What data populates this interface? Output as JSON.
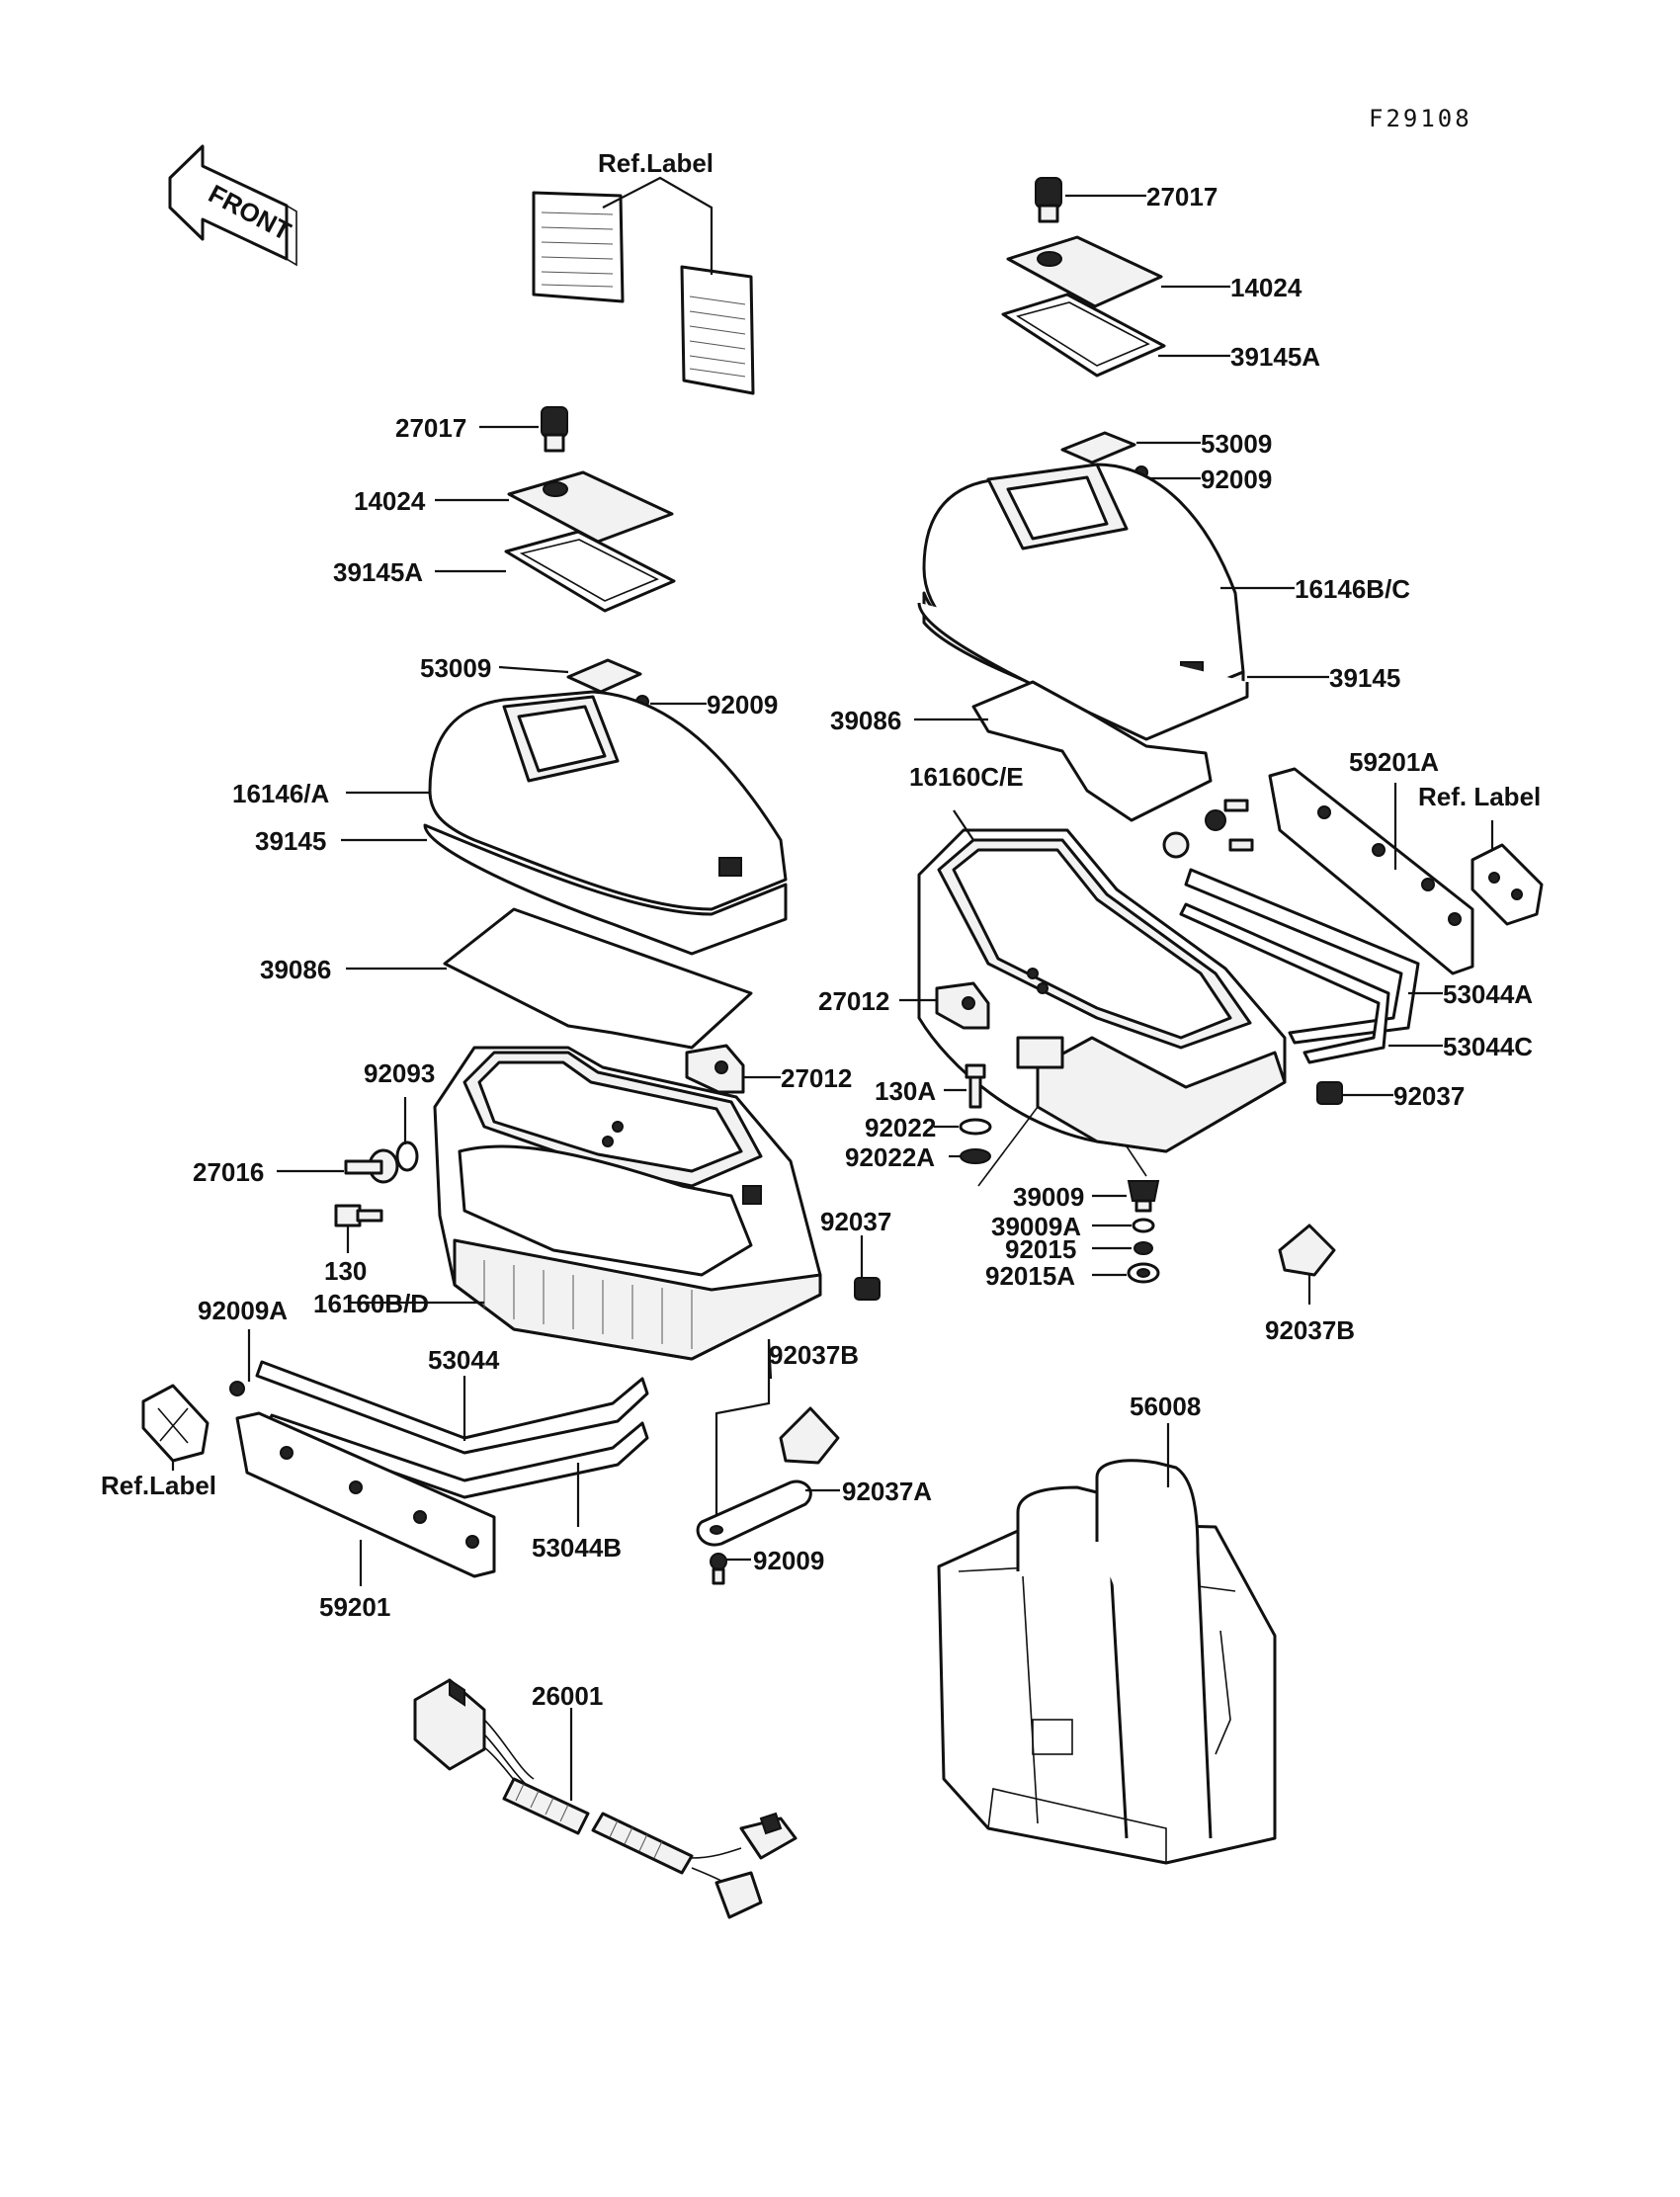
{
  "drawing_code": "F29108",
  "front_arrow_label": "FRONT",
  "labels": {
    "ref_label_top": "Ref.Label",
    "l27017_right": "27017",
    "l14024_right": "14024",
    "l39145A_right": "39145A",
    "l53009_right": "53009",
    "l92009_right": "92009",
    "l16146BC": "16146B/C",
    "l39145_right": "39145",
    "l39086_right": "39086",
    "l59201A": "59201A",
    "ref_label_right": "Ref. Label",
    "l16160CE": "16160C/E",
    "l53044A": "53044A",
    "l27012_right": "27012",
    "l53044C": "53044C",
    "l130A": "130A",
    "l92037_right": "92037",
    "l92022": "92022",
    "l92022A": "92022A",
    "l39009": "39009",
    "l39009A": "39009A",
    "l92015": "92015",
    "l92015A": "92015A",
    "l92037B_right": "92037B",
    "l27017_left": "27017",
    "l14024_left": "14024",
    "l39145A_left": "39145A",
    "l53009_left": "53009",
    "l92009_left": "92009",
    "l16146A": "16146/A",
    "l39145_left": "39145",
    "l39086_left": "39086",
    "l27012_left": "27012",
    "l92093": "92093",
    "l27016": "27016",
    "l130": "130",
    "l92037_left": "92037",
    "l16160BD": "16160B/D",
    "l92009A": "92009A",
    "l53044": "53044",
    "l92037B_left": "92037B",
    "l56008": "56008",
    "ref_label_left": "Ref.Label",
    "l92037A": "92037A",
    "l53044B": "53044B",
    "l92009_bottom": "92009",
    "l59201": "59201",
    "l26001": "26001"
  }
}
